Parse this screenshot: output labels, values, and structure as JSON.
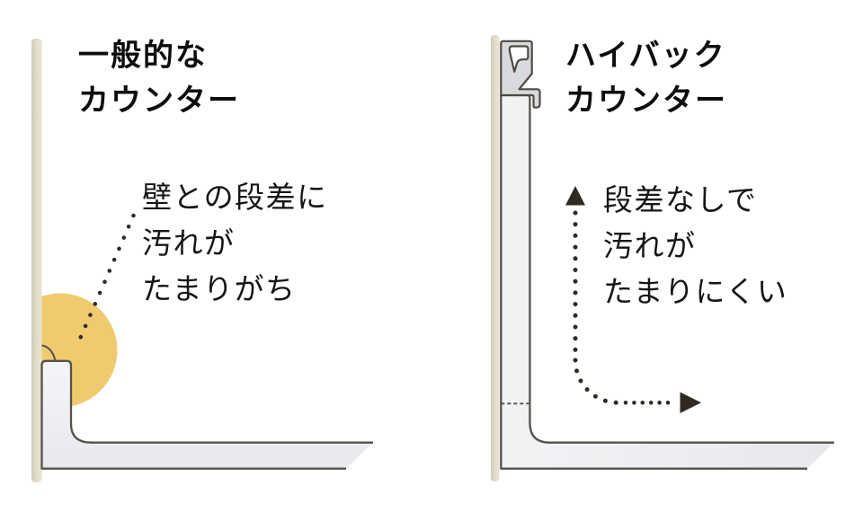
{
  "panels": {
    "left": {
      "title_lines": [
        "一般的な",
        "カウンター"
      ],
      "note_lines": [
        "壁との段差に",
        "汚れが",
        "たまりがち"
      ]
    },
    "right": {
      "title_lines": [
        "ハイバック",
        "カウンター"
      ],
      "note_lines": [
        "段差なしで",
        "汚れが",
        "たまりにくい"
      ]
    }
  },
  "colors": {
    "background": "#ffffff",
    "wall": "#ddd6c5",
    "wall_edge": "#d0c8b4",
    "counter_fill": "#eef0f3",
    "counter_outline": "#56514b",
    "rail_fill": "#d9dadd",
    "highlight_circle": "#f0cb6e",
    "arrow": "#312a23",
    "text": "#121212"
  }
}
